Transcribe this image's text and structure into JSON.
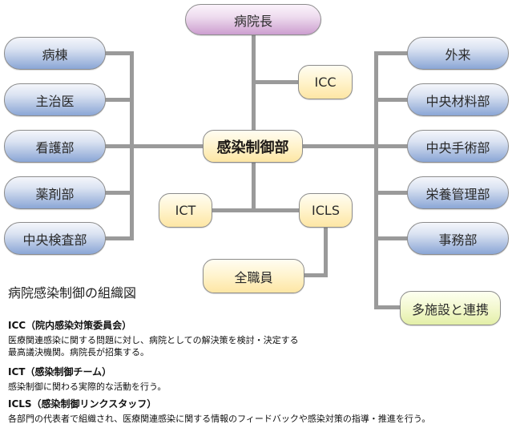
{
  "diagram": {
    "title": "病院感染制御の組織図",
    "top_node": "病院長",
    "center_node": "感染制御部",
    "left_nodes": [
      "病棟",
      "主治医",
      "看護部",
      "薬剤部",
      "中央検査部"
    ],
    "right_nodes": [
      "外来",
      "中央材料部",
      "中央手術部",
      "栄養管理部",
      "事務部"
    ],
    "external_node": "多施設と連携",
    "committee_nodes": {
      "icc": "ICC",
      "ict": "ICT",
      "icls": "ICLS",
      "all_staff": "全職員"
    },
    "colors": {
      "department_fill": "#a9bde0",
      "director_fill": "#d8b3da",
      "infection_control_fill": "#fff3cc",
      "external_fill": "#f3f8cf",
      "connector": "#9a9a9a"
    }
  },
  "legend": [
    {
      "term": "ICC（院内感染対策委員会）",
      "lines": [
        "医療関連感染に関する問題に対し、病院としての解決策を検討・決定する",
        "最高議決機関。病院長が招集する。"
      ]
    },
    {
      "term": "ICT（感染制御チーム）",
      "lines": [
        "感染制御に関わる実際的な活動を行う。"
      ]
    },
    {
      "term": "ICLS（感染制御リンクスタッフ）",
      "lines": [
        "各部門の代表者で組織され、医療関連感染に関する情報のフィードバックや感染対策の指導・推進を行う。"
      ]
    }
  ]
}
